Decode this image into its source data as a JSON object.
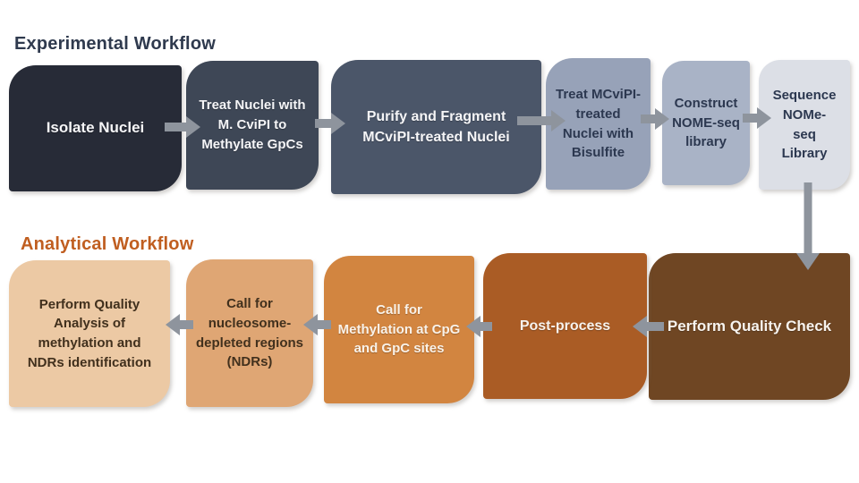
{
  "headings": {
    "experimental": "Experimental Workflow",
    "analytical": "Analytical Workflow"
  },
  "colors": {
    "background": "#ffffff",
    "experimental_heading": "#2f3a4e",
    "analytical_heading": "#c05e20",
    "arrow": "#8e949d"
  },
  "experimental_steps": [
    {
      "label": "Isolate Nuclei",
      "bg": "#272b37",
      "fg": "#f5f5f7"
    },
    {
      "label": "Treat Nuclei with\nM. CviPI to\nMethylate GpCs",
      "bg": "#3e4756",
      "fg": "#f5f5f7"
    },
    {
      "label": "Purify and Fragment\nMCviPI-treated Nuclei",
      "bg": "#4b5669",
      "fg": "#f5f5f7"
    },
    {
      "label": "Treat MCviPI-\ntreated\nNuclei with\nBisulfite",
      "bg": "#97a2b8",
      "fg": "#2c3850"
    },
    {
      "label": "Construct\nNOME-seq\nlibrary",
      "bg": "#a9b3c6",
      "fg": "#2c3850"
    },
    {
      "label": "Sequence\nNOMe-\nseq\nLibrary",
      "bg": "#dcdfe6",
      "fg": "#2c3850"
    }
  ],
  "analytical_steps": [
    {
      "label": "Perform Quality Check",
      "bg": "#6f4623",
      "fg": "#f7f3ee"
    },
    {
      "label": "Post-process",
      "bg": "#aa5c25",
      "fg": "#f7f3ee"
    },
    {
      "label": "Call for\nMethylation at CpG\nand GpC sites",
      "bg": "#d28540",
      "fg": "#f9f2e9"
    },
    {
      "label": "Call for\nnucleosome-\ndepleted regions\n(NDRs)",
      "bg": "#dfa674",
      "fg": "#41301d"
    },
    {
      "label": "Perform Quality\nAnalysis of\nmethylation and\nNDRs identification",
      "bg": "#ecc9a4",
      "fg": "#41301d"
    }
  ]
}
